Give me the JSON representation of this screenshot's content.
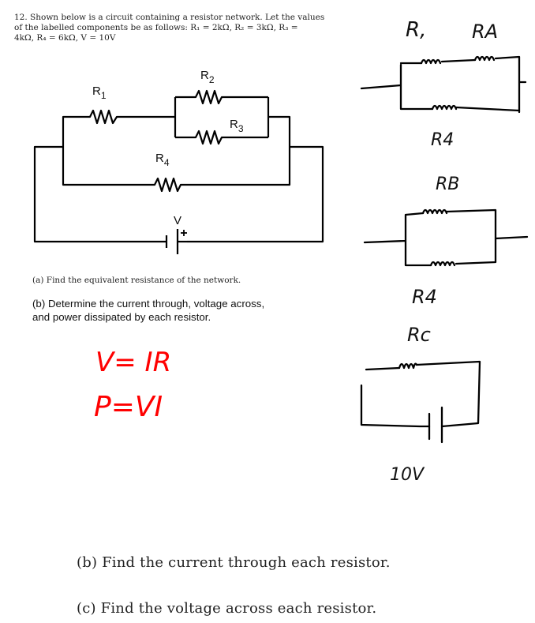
{
  "problem": {
    "line1": "12. Shown below is a circuit containing a resistor network. Let the values",
    "line2": "of the labelled components be as follows: R₁ = 2kΩ, R₂ = 3kΩ, R₃ =",
    "line3": "4kΩ, R₄ = 6kΩ, V = 10V"
  },
  "circuit": {
    "r1": "R",
    "r1_sub": "1",
    "r2": "R",
    "r2_sub": "2",
    "r3": "R",
    "r3_sub": "3",
    "r4": "R",
    "r4_sub": "4",
    "v": "V"
  },
  "question_a": "(a) Find the equivalent resistance of the network.",
  "question_b": {
    "line1": "(b) Determine the current through, voltage across,",
    "line2": "and power dissipated by each resistor."
  },
  "handwriting": {
    "ohms_law": "V= IR",
    "power_law": "P=VI",
    "r1": "R,",
    "ra": "RA",
    "r4_top": "R4",
    "rb": "RB",
    "r4_mid": "R4",
    "rc": "Rc",
    "voltage": "10V"
  },
  "bottom": {
    "b": "(b) Find the current through each resistor.",
    "c": "(c) Find the voltage across each resistor."
  }
}
